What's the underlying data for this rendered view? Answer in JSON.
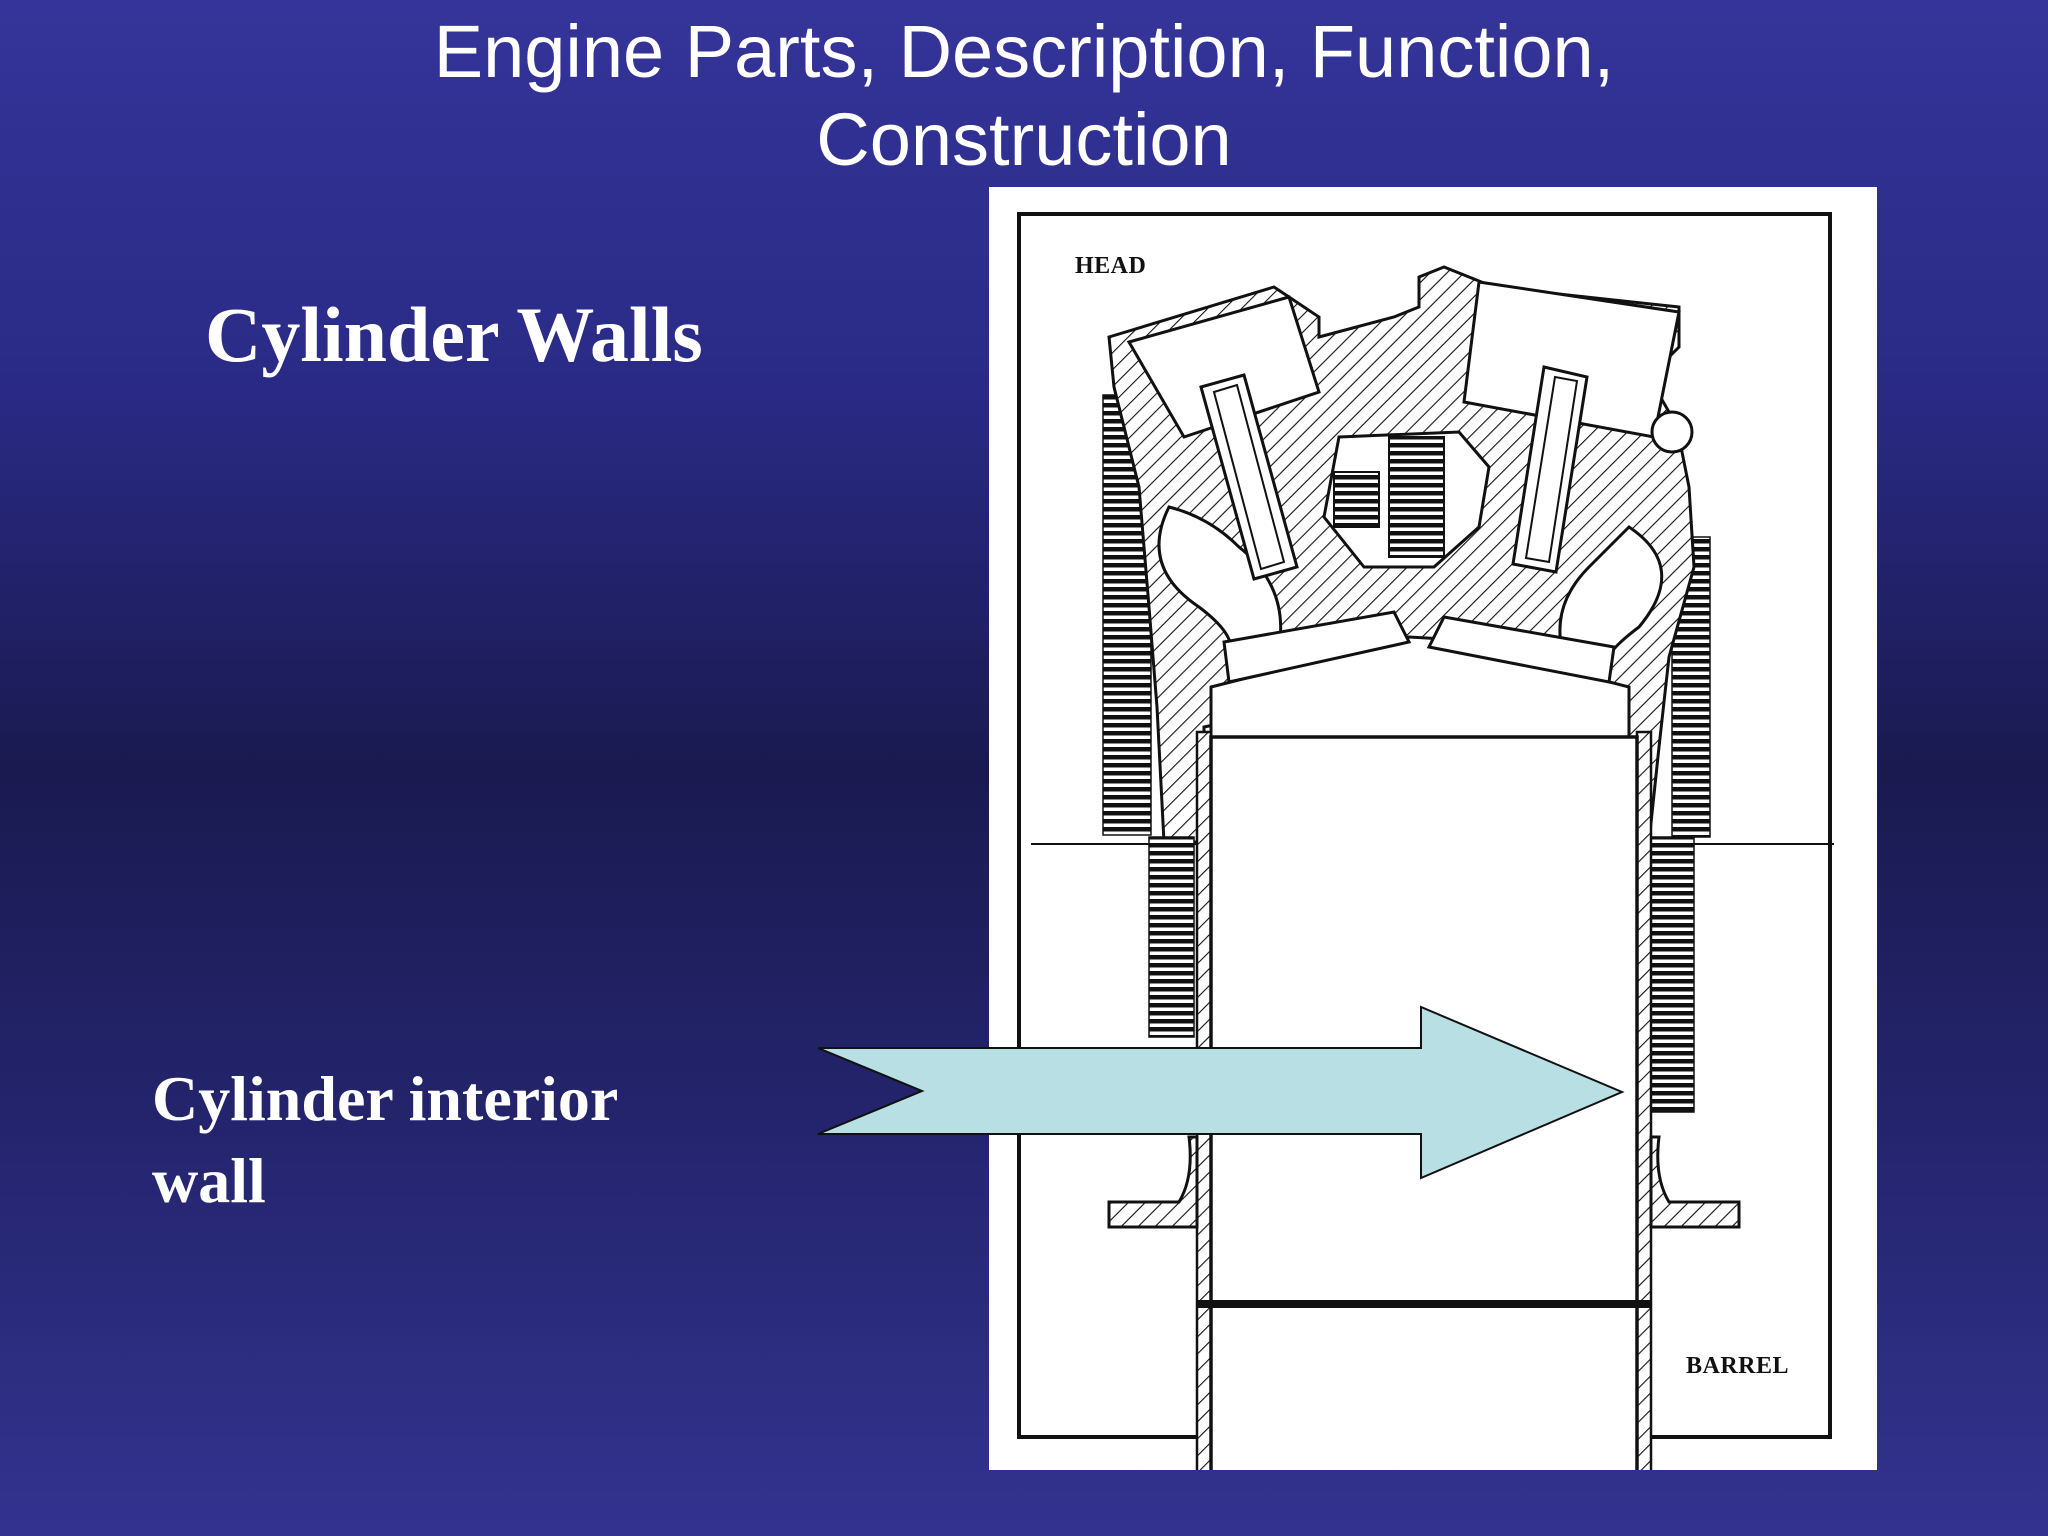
{
  "slide": {
    "title_line1": "Engine Parts, Description, Function,",
    "title_line2": "Construction",
    "heading": "Cylinder Walls",
    "callout_line1": "Cylinder interior",
    "callout_line2": "wall"
  },
  "figure": {
    "label_head": "HEAD",
    "label_barrel": "BARREL"
  },
  "colors": {
    "background_top": "#34349a",
    "background_mid": "#1a1a50",
    "text": "#ffffff",
    "arrow_fill": "#b8dfe3",
    "line": "#111111"
  },
  "icons": {
    "arrow": "right-arrow-icon"
  }
}
